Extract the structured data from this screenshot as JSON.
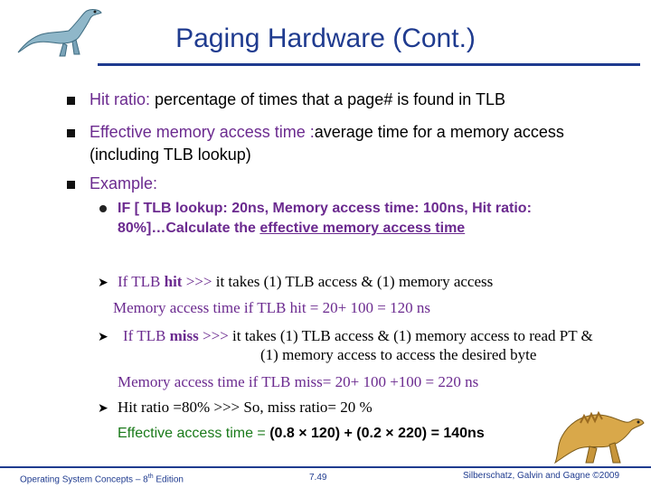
{
  "title": "Paging Hardware (Cont.)",
  "bullets": {
    "b1_term": "Hit ratio:",
    "b1_text": " percentage of times that a page# is found in TLB",
    "b2_term": "Effective memory access time :",
    "b2_text": "average time for a memory access",
    "b2_line2": "(including TLB lookup)",
    "b3_term": "Example:"
  },
  "example": {
    "line1": "IF [ TLB lookup: 20ns, Memory access time: 100ns,  Hit ratio:",
    "line2_pre": "80%]…Calculate the ",
    "line2_link": "effective memory access time"
  },
  "hit": {
    "prefix": "If  TLB ",
    "keyword": "hit",
    "arrows": " >>> ",
    "rest": "it takes (1) TLB access & (1) memory access",
    "calc": "Memory access time if TLB hit = 20+ 100 = 120 ns"
  },
  "miss": {
    "prefix": "If  TLB ",
    "keyword": "miss",
    "arrows": " >>> ",
    "rest": "it takes (1) TLB access & (1) memory access to read PT &",
    "line2": "(1) memory access to  access the  desired byte",
    "calc": "Memory access time if TLB miss= 20+ 100 +100 = 220 ns"
  },
  "ratio": {
    "text": "Hit ratio =80%   >>>  So, miss ratio= 20 %"
  },
  "effective": {
    "label": "Effective access time =",
    "formula": " (0.8 × 120) + (0.2 × 220) = 140ns"
  },
  "footer": {
    "left": "Operating System Concepts – 8",
    "left_sup": "th",
    "left_end": " Edition",
    "center": "7.49",
    "right": "Silberschatz, Galvin and Gagne ©2009"
  },
  "colors": {
    "title": "#1f3b8f",
    "term": "#6b2a8f",
    "green": "#1a7a1a"
  }
}
